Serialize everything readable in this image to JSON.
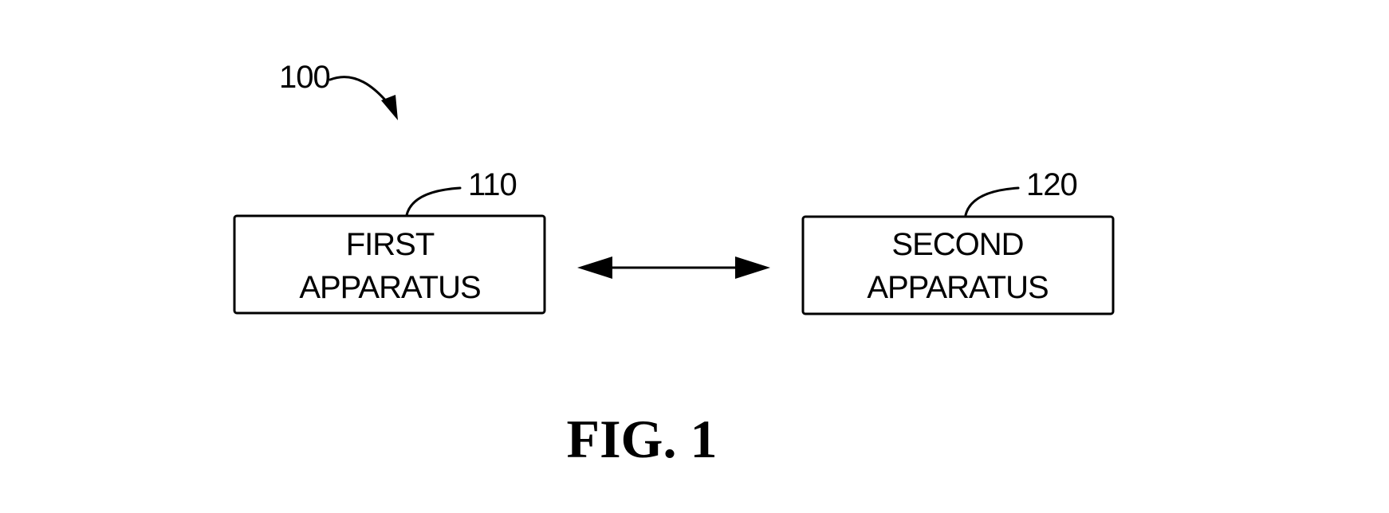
{
  "diagram": {
    "system_ref": "100",
    "first_apparatus": {
      "ref": "110",
      "label_line1": "FIRST",
      "label_line2": "APPARATUS"
    },
    "second_apparatus": {
      "ref": "120",
      "label_line1": "SECOND",
      "label_line2": "APPARATUS"
    },
    "connection": "bidirectional-arrow",
    "caption": "FIG. 1"
  },
  "colors": {
    "line": "#000000",
    "background": "#ffffff"
  }
}
